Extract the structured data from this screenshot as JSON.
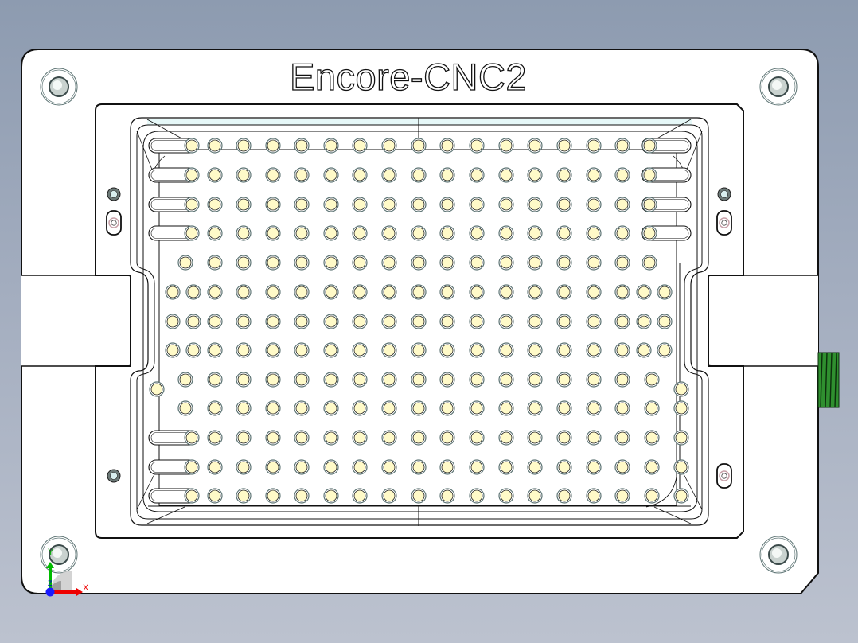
{
  "model": {
    "engraved_text": "Encore-CNC2",
    "view": "top"
  },
  "colors": {
    "background_top": "#8d9bb0",
    "background_bottom": "#bcc2cf",
    "plate": "#ffffff",
    "edge": "#111111",
    "hole_fill": "#fffac8",
    "hole_ring": "#5d7474",
    "pocket_tint": "#e6f8f8",
    "thread": "#2f8f2f",
    "axis_x": "#e00000",
    "axis_y": "#00b000",
    "axis_z": "#0000e0"
  },
  "triad": {
    "x_label": "X",
    "y_label": "Y",
    "z_label": "Z"
  },
  "hole_grid": {
    "columns_x": [
      241,
      270,
      306,
      343,
      379,
      416,
      452,
      489,
      526,
      562,
      599,
      636,
      672,
      709,
      746,
      782,
      819
    ],
    "rows_y": [
      183,
      220,
      257,
      293,
      330,
      367,
      404,
      440,
      477,
      513,
      550,
      587,
      623
    ],
    "slot_rows_y": [
      183,
      220,
      257,
      293,
      550,
      587,
      623
    ],
    "right_slot_rows_y": [
      183,
      220,
      257,
      293
    ],
    "extra_holes": [
      [
        217,
        367
      ],
      [
        243,
        367
      ],
      [
        217,
        404
      ],
      [
        243,
        404
      ],
      [
        217,
        440
      ],
      [
        243,
        440
      ],
      [
        809,
        367
      ],
      [
        835,
        367
      ],
      [
        809,
        404
      ],
      [
        835,
        404
      ],
      [
        809,
        440
      ],
      [
        835,
        440
      ],
      [
        197,
        489
      ],
      [
        856,
        489
      ],
      [
        856,
        513
      ],
      [
        856,
        550
      ],
      [
        856,
        587
      ],
      [
        856,
        623
      ]
    ]
  },
  "fasteners": {
    "corner_bolts": [
      [
        74,
        109
      ],
      [
        978,
        109
      ],
      [
        74,
        697
      ],
      [
        978,
        697
      ]
    ],
    "dowel_pins": [
      [
        143,
        244
      ],
      [
        910,
        244
      ],
      [
        143,
        598
      ]
    ],
    "slot_pins": [
      [
        143,
        280
      ],
      [
        910,
        280
      ],
      [
        910,
        598
      ]
    ]
  }
}
